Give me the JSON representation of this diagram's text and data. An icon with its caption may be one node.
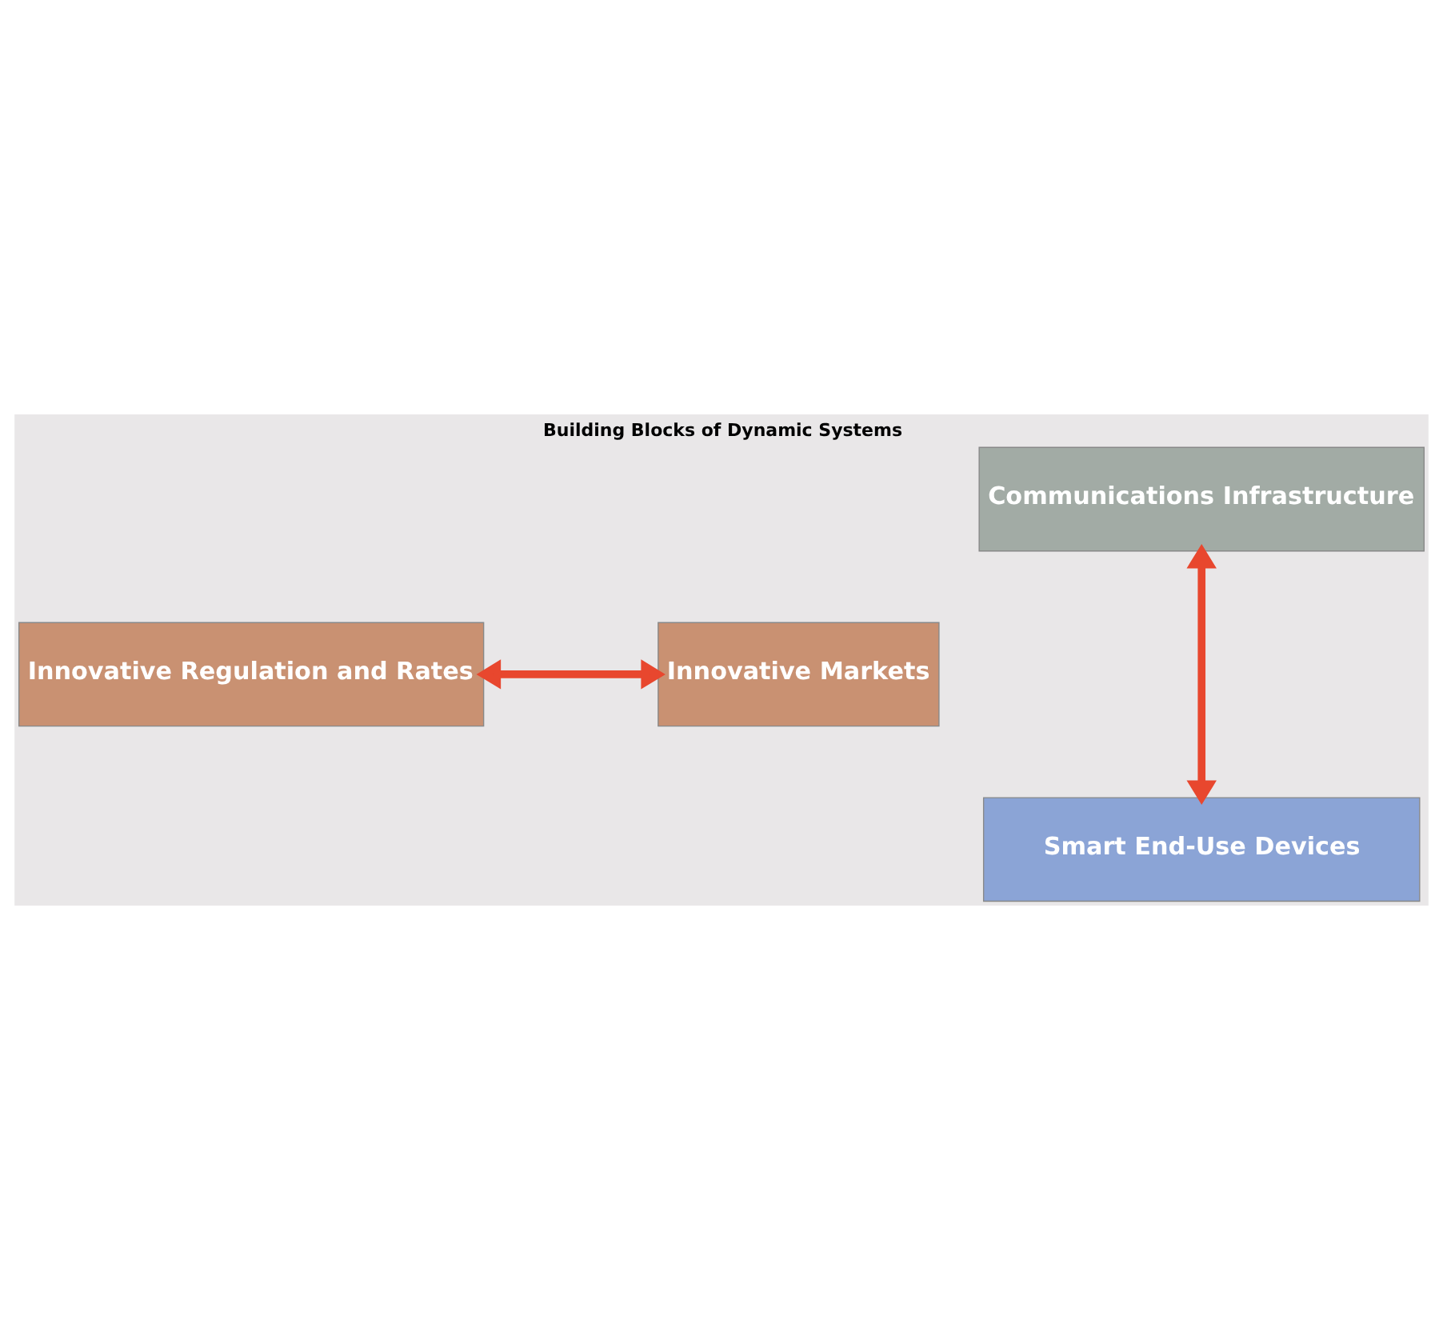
{
  "diagram": {
    "title": "Building Blocks of Dynamic Systems",
    "nodes": [
      {
        "text": [
          "Communications Infrastructure"
        ]
      },
      {
        "text": [
          "Innovative Regulation and Rates"
        ]
      },
      {
        "text": [
          "Innovative Markets"
        ]
      },
      {
        "text": [
          "Smart End-Use Devices"
        ]
      }
    ],
    "edges": [
      {
        "from": 0,
        "to": 3,
        "arrow": "both"
      },
      {
        "from": 1,
        "to": 2,
        "arrow": "both"
      }
    ]
  }
}
